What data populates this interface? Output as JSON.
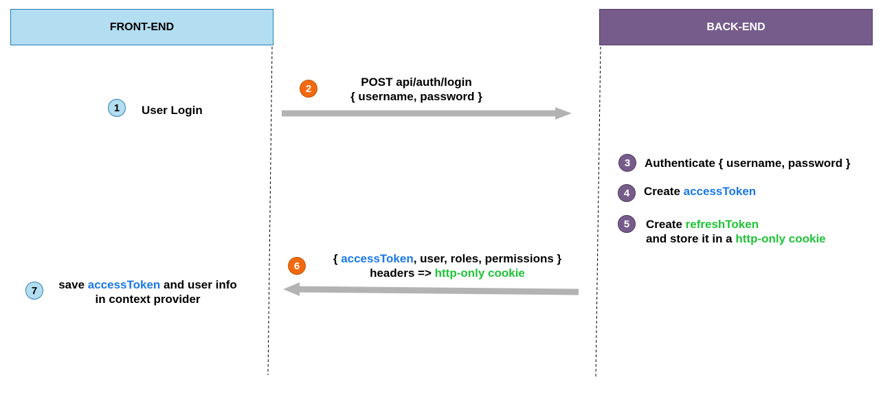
{
  "frontend": {
    "label": "FRONT-END"
  },
  "backend": {
    "label": "BACK-END"
  },
  "steps": {
    "s1": {
      "num": "1",
      "text": "User Login"
    },
    "s2": {
      "num": "2",
      "line1": "POST api/auth/login",
      "line2": "{ username, password }"
    },
    "s3": {
      "num": "3",
      "text": "Authenticate { username, password }"
    },
    "s4": {
      "num": "4",
      "prefix": "Create ",
      "token": "accessToken"
    },
    "s5": {
      "num": "5",
      "prefix": "Create ",
      "token": "refreshToken",
      "line2_prefix": "and store it in a ",
      "line2_token": "http-only cookie"
    },
    "s6": {
      "num": "6",
      "open": "{ ",
      "token": "accessToken",
      "rest": ", user, roles, permissions }",
      "line2_prefix": "headers => ",
      "line2_token": "http-only cookie"
    },
    "s7": {
      "num": "7",
      "prefix": "save ",
      "token": "accessToken",
      "suffix": " and user info",
      "line2": "in context provider"
    }
  },
  "colors": {
    "frontend_fill": "#b3ddf0",
    "backend_fill": "#765c8b",
    "arrow": "#b3b3b3",
    "token_blue": "#1a78e6",
    "cookie_green": "#1ec436",
    "badge_orange": "#f26a0f"
  }
}
